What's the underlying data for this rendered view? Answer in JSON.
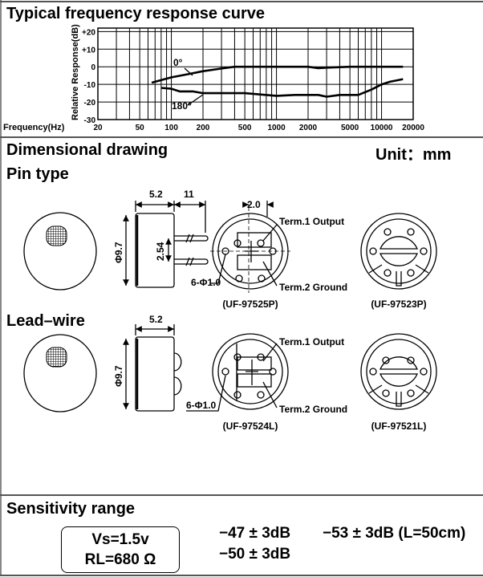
{
  "header": {
    "title": "Typical frequency response curve"
  },
  "chart_data": {
    "type": "line",
    "title": "Typical frequency response curve",
    "xlabel": "Frequency(Hz)",
    "ylabel": "Relative Response(dB)",
    "xscale": "log",
    "xlim": [
      20,
      20000
    ],
    "ylim": [
      -30,
      22
    ],
    "x_ticks": [
      20,
      50,
      100,
      200,
      500,
      1000,
      2000,
      5000,
      10000,
      20000
    ],
    "x_tick_labels": [
      "20",
      "50",
      "100",
      "200",
      "500",
      "1000",
      "2000",
      "5000",
      "10000",
      "20000"
    ],
    "y_ticks": [
      20,
      10,
      0,
      -10,
      -20,
      -30
    ],
    "y_tick_labels": [
      "+20",
      "+10",
      "0",
      "-10",
      "-20",
      "-30"
    ],
    "grid": true,
    "series": [
      {
        "name": "0°",
        "x": [
          65,
          100,
          150,
          200,
          300,
          400,
          1000,
          2000,
          2500,
          3000,
          5000,
          10000,
          16000
        ],
        "y": [
          -9,
          -6,
          -4,
          -2.5,
          -1,
          0,
          0,
          0,
          -0.8,
          -0.5,
          0,
          0,
          0
        ]
      },
      {
        "name": "180°",
        "x": [
          80,
          100,
          120,
          160,
          200,
          300,
          500,
          1000,
          1500,
          2500,
          3000,
          4000,
          6000,
          8000,
          10000,
          12000,
          16000
        ],
        "y": [
          -12,
          -12.5,
          -14,
          -14,
          -15,
          -15,
          -15,
          -16.5,
          -16,
          -16,
          -17,
          -16,
          -16,
          -13,
          -10,
          -8.5,
          -7
        ]
      }
    ],
    "annotations": [
      "0°",
      "180°"
    ]
  },
  "dimensional": {
    "title": "Dimensional drawing",
    "unit": "Unit：mm",
    "pin_type": {
      "title": "Pin type",
      "dim_length": "5.2",
      "dim_pin": "11",
      "dim_diameter": "Φ9.7",
      "dim_pitch": "2.54",
      "dim_offset": "2.0",
      "holes": "6-Φ1.0",
      "term1": "Term.1 Output",
      "term2": "Term.2 Ground",
      "model_a": "(UF-97525P)",
      "model_b": "(UF-97523P)"
    },
    "lead_wire": {
      "title": "Lead–wire",
      "dim_length": "5.2",
      "dim_diameter": "Φ9.7",
      "holes": "6-Φ1.0",
      "term1": "Term.1 Output",
      "term2": "Term.2 Ground",
      "model_a": "(UF-97524L)",
      "model_b": "(UF-97521L)"
    }
  },
  "sensitivity": {
    "title": "Sensitivity range",
    "vs": "Vs=1.5v",
    "rl": "RL=680 Ω",
    "values": [
      "−47 ± 3dB",
      "−50 ± 3dB",
      "−53 ± 3dB (L=50cm)"
    ]
  }
}
